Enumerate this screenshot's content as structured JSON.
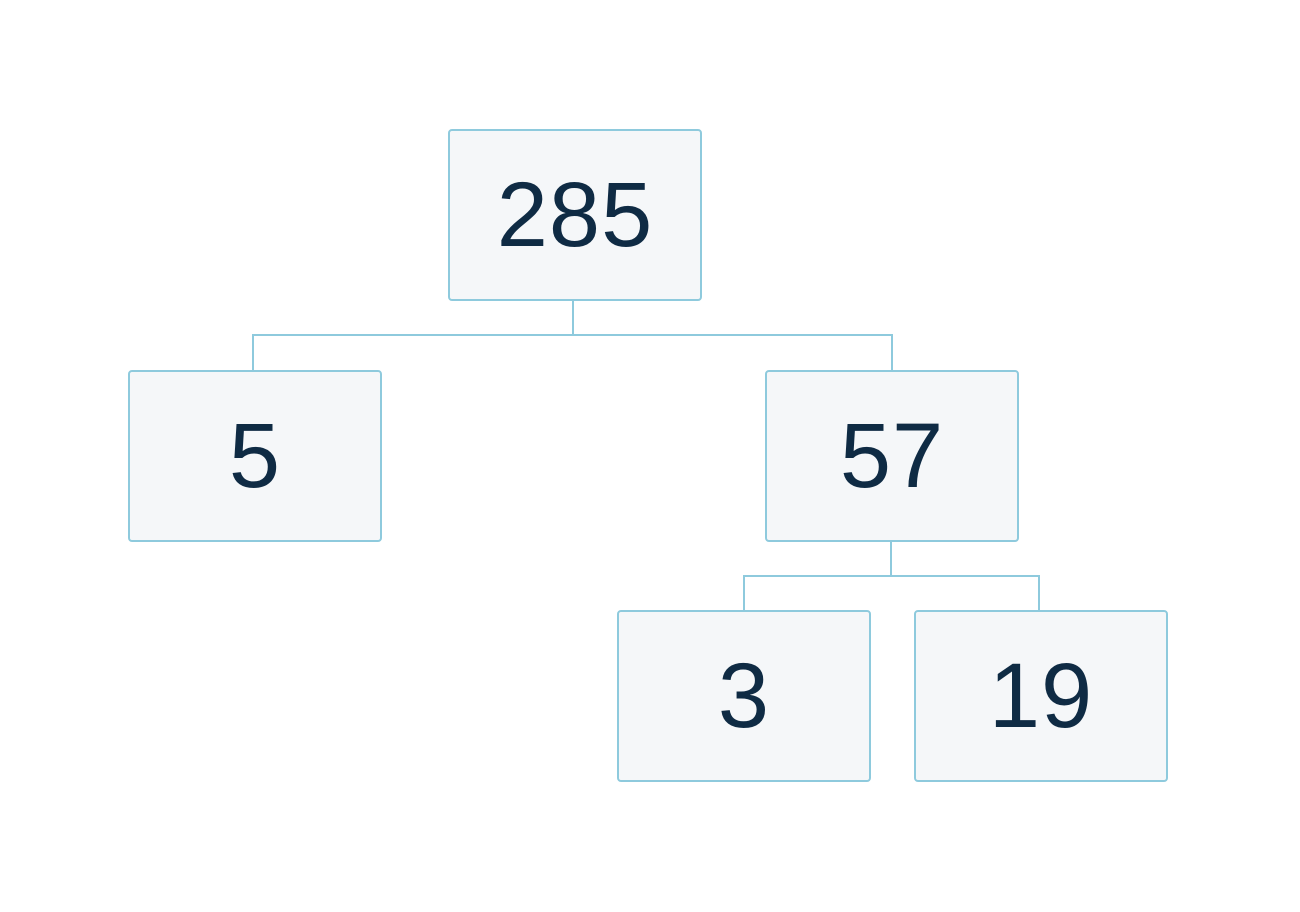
{
  "tree": {
    "root": {
      "value": "285"
    },
    "left": {
      "value": "5"
    },
    "right": {
      "value": "57"
    },
    "right_left": {
      "value": "3"
    },
    "right_right": {
      "value": "19"
    }
  },
  "colors": {
    "node_fill": "#f5f7f9",
    "node_border": "#8ecadd",
    "connector": "#8ecadd",
    "text": "#0f2b44"
  }
}
